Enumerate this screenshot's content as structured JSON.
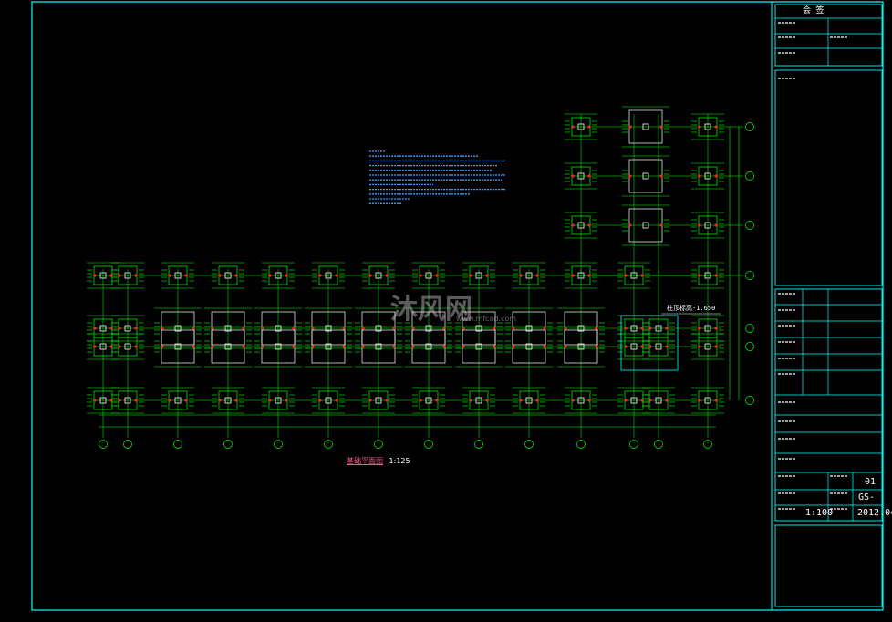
{
  "colors": {
    "frame": "#00ffff",
    "foundation": "#00ff00",
    "column": "#ffffff",
    "anchor": "#ff2020",
    "notes": "#3aa0ff",
    "title": "#ff5a8c"
  },
  "drawing": {
    "plan_title": "基础平面图",
    "plan_scale": "1:125",
    "callout": "柱顶标高-1.650",
    "watermark_main": "沐风网",
    "watermark_sub": "www.mfcad.com"
  },
  "title_block": {
    "sign_header": "会  签",
    "drawing_no_value": "01",
    "drawing_code": "GS-",
    "scale": "1:100",
    "date": "2012.04"
  }
}
